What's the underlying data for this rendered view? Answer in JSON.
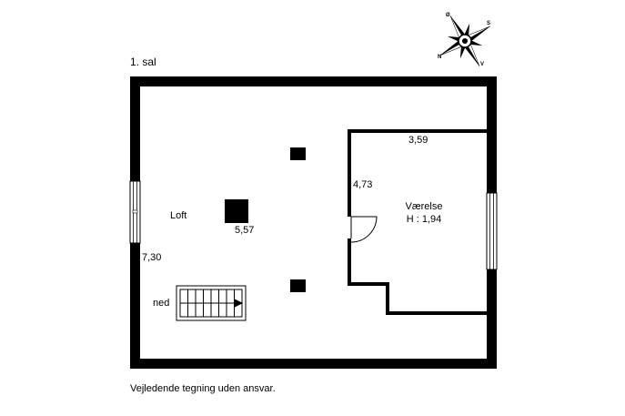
{
  "floor_label": "1. sal",
  "rooms": {
    "loft": {
      "name": "Loft",
      "width": "5,57",
      "length": "7,30"
    },
    "vaerelse": {
      "name": "Værelse",
      "height_line": "H : 1,94",
      "width": "3,59",
      "length": "4,73"
    }
  },
  "stairs": {
    "direction_label": "ned"
  },
  "compass": {
    "north": "N",
    "south": "S",
    "east": "Ø",
    "west": "V"
  },
  "disclaimer": "Vejledende tegning uden ansvar.",
  "colors": {
    "wall": "#000000",
    "background": "#ffffff",
    "window_glass": "#ffffff"
  }
}
